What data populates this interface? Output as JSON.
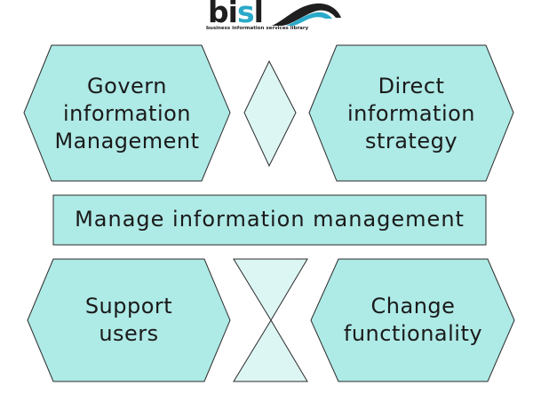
{
  "logo": {
    "b": "b",
    "i": "i",
    "s": "s",
    "l": "l",
    "subtitle": "business information services library"
  },
  "shapes": {
    "govern": "Govern\ninformation\nManagement",
    "direct": "Direct\ninformation\nstrategy",
    "manage": "Manage information management",
    "support": "Support\nusers",
    "change": "Change\nfunctionality"
  },
  "colors": {
    "fill": "#aeeae6",
    "fill_light": "#dcf6f4",
    "stroke": "#2b2b2b",
    "accent": "#2aa9c9"
  }
}
